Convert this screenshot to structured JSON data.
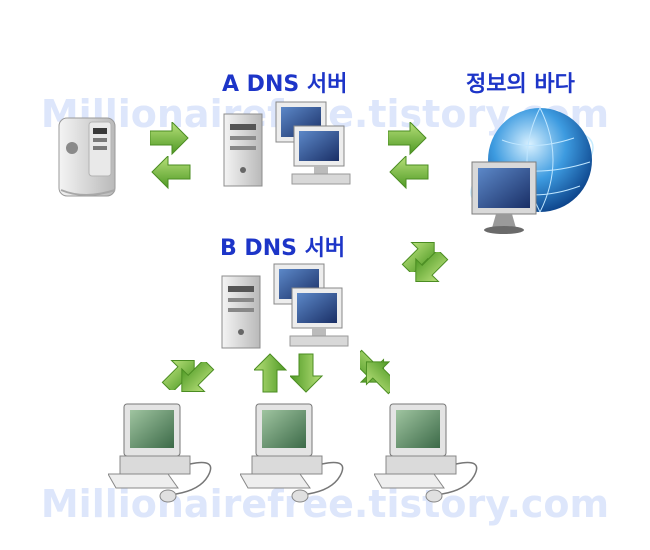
{
  "watermark": {
    "top": "Millionairefree.tistory.com",
    "bottom": "Millionairefree.tistory.com"
  },
  "labels": {
    "server_a": "A DNS 서버",
    "server_b": "B DNS 서버",
    "internet": "정보의 바다"
  },
  "colors": {
    "label": "#1d35c8",
    "arrow": "#6fb43a",
    "watermark": "#dde6fb"
  }
}
